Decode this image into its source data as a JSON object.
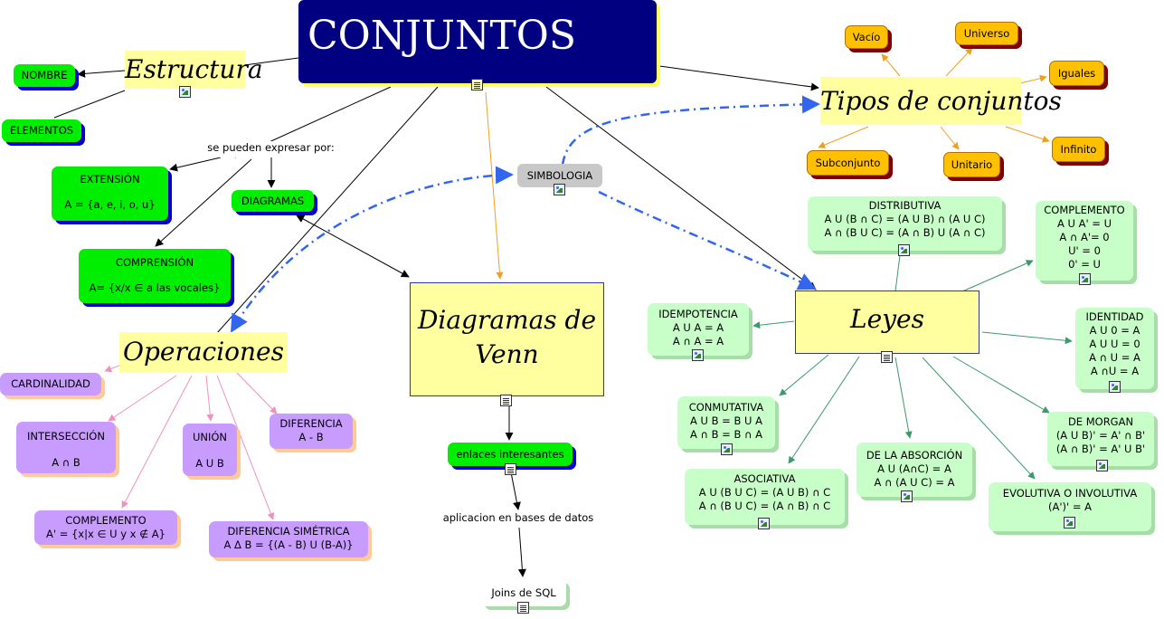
{
  "title": "CONJUNTOS",
  "estructura": {
    "label": "Estructura",
    "children": [
      "NOMBRE",
      "ELEMENTOS"
    ]
  },
  "expresar": {
    "linking_phrase": "se pueden expresar por:",
    "extension": {
      "title": "EXTENSIÓN",
      "example": "A = {a, e, i, o, u}"
    },
    "comprension": {
      "title": "COMPRENSIÓN",
      "example": "A= {x/x ∈ a las vocales}"
    },
    "diagramas": "DIAGRAMAS"
  },
  "simbologia": "SIMBOLOGIA",
  "operaciones": {
    "label": "Operaciones",
    "cardinalidad": "CARDINALIDAD",
    "interseccion": {
      "title": "INTERSECCIÓN",
      "expr": "A ∩ B"
    },
    "union": {
      "title": "UNIÓN",
      "expr": "A U B"
    },
    "diferencia": {
      "title": "DIFERENCIA",
      "expr": "A - B"
    },
    "complemento": {
      "title": "COMPLEMENTO",
      "expr": "A' = {x|x ∈ U y x ∉ A}"
    },
    "diferencia_simetrica": {
      "title": "DIFERENCIA SIMÉTRICA",
      "expr": "A Δ B = {(A - B) U (B-A)}"
    }
  },
  "venn": {
    "label_line1": "Diagramas de",
    "label_line2": "Venn",
    "enlaces": "enlaces interesantes",
    "aplicacion": "aplicacion en bases de datos",
    "joins": "Joins de SQL"
  },
  "tipos": {
    "label": "Tipos de conjuntos",
    "vacio": "Vacío",
    "universo": "Universo",
    "iguales": "Iguales",
    "infinito": "Infinito",
    "unitario": "Unitario",
    "subconjunto": "Subconjunto"
  },
  "leyes": {
    "label": "Leyes",
    "distributiva": {
      "title": "DISTRIBUTIVA",
      "lines": [
        "A U (B ∩ C) = (A U B) ∩ (A U C)",
        "A ∩ (B U C) = (A ∩ B) U (A ∩ C)"
      ]
    },
    "complemento": {
      "title": "COMPLEMENTO",
      "lines": [
        "A U A' = U",
        "A ∩ A'= 0",
        "U' = 0",
        "0' = U"
      ]
    },
    "idempotencia": {
      "title": "IDEMPOTENCIA",
      "lines": [
        "A U A = A",
        "A ∩ A = A"
      ]
    },
    "identidad": {
      "title": "IDENTIDAD",
      "lines": [
        "A U 0 = A",
        "A U U = 0",
        "A ∩ U = A",
        "A ∩U = A"
      ]
    },
    "conmutativa": {
      "title": "CONMUTATIVA",
      "lines": [
        "A U B = B U A",
        "A ∩ B = B ∩ A"
      ]
    },
    "de_morgan": {
      "title": "DE MORGAN",
      "lines": [
        "(A U B)' = A' ∩ B'",
        "(A ∩ B)' = A' U B'"
      ]
    },
    "asociativa": {
      "title": "ASOCIATIVA",
      "lines": [
        "A U (B U C) = (A U B) ∩ C",
        "A ∩ (B U C) = (A ∩ B) ∩ C"
      ]
    },
    "absorcion": {
      "title": "DE LA ABSORCIÓN",
      "lines": [
        "A U (A∩C) = A",
        "A ∩ (A U C) = A"
      ]
    },
    "evolutiva": {
      "title": "EVOLUTIVA O INVOLUTIVA",
      "lines": [
        "(A')' = A"
      ]
    }
  },
  "colors": {
    "title_bg": "#000080",
    "green_node": "#00ee00",
    "light_green_node": "#c8ffc8",
    "purple_node": "#c89cff",
    "orange_node": "#ffc000",
    "yellow_node": "#ffffa0",
    "dashed_link": "#3366ee",
    "leyes_link": "#3a9a6a",
    "operaciones_link": "#f090c0",
    "tipos_link": "#f0a020"
  }
}
